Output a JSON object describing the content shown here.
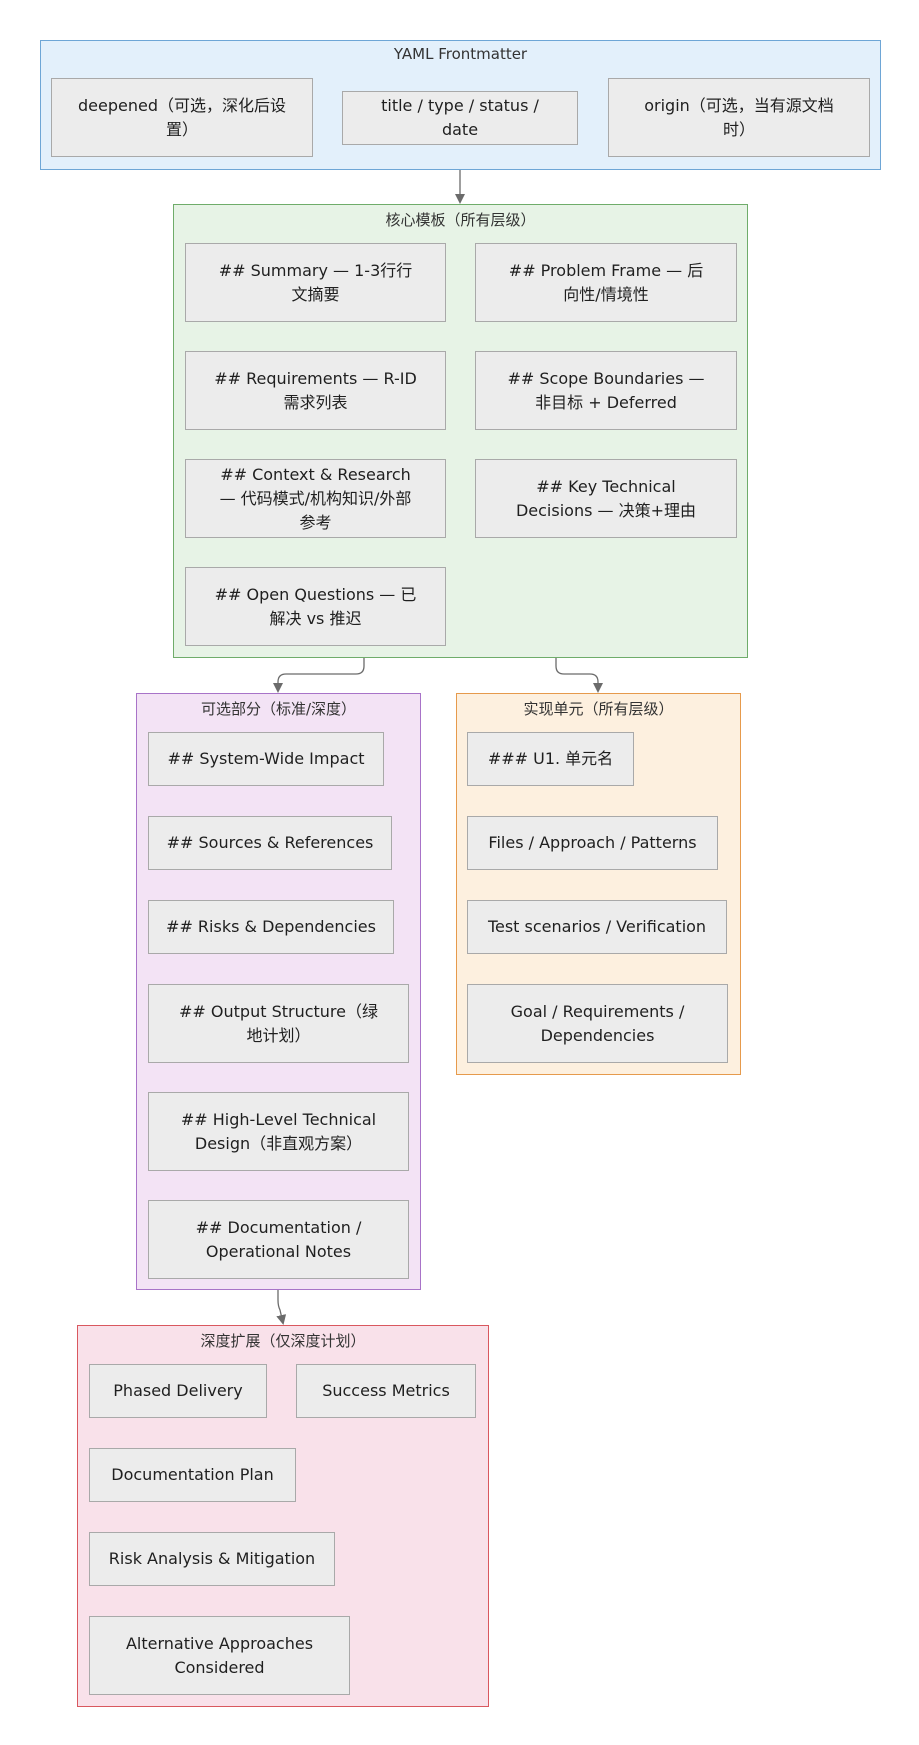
{
  "colors": {
    "yaml_fill": "#e3f0fb",
    "yaml_border": "#6ea6d6",
    "core_fill": "#e7f3e6",
    "core_border": "#6fac6a",
    "optional_fill": "#f3e3f5",
    "optional_border": "#a873c8",
    "impl_fill": "#fdf0df",
    "impl_border": "#e69a4c",
    "deep_fill": "#f9e1ea",
    "deep_border": "#d9585f",
    "node_fill": "#ececec",
    "node_border": "#a9a9a9",
    "edge": "#6b6b6b"
  },
  "groups": {
    "yaml": {
      "title": "YAML Frontmatter",
      "nodes": [
        "deepened（可选，深化后设置）",
        "title / type / status / date",
        "origin（可选，当有源文档时）"
      ]
    },
    "core": {
      "title": "核心模板（所有层级）",
      "nodes": [
        "## Summary — 1-3行行文摘要",
        "## Problem Frame — 后向性/情境性",
        "## Requirements — R-ID 需求列表",
        "## Scope Boundaries — 非目标 + Deferred",
        "## Context & Research — 代码模式/机构知识/外部参考",
        "## Key Technical Decisions — 决策+理由",
        "## Open Questions — 已解决 vs 推迟"
      ]
    },
    "optional": {
      "title": "可选部分（标准/深度）",
      "nodes": [
        "## System-Wide Impact",
        "## Sources & References",
        "## Risks & Dependencies",
        "## Output Structure（绿地计划）",
        "## High-Level Technical Design（非直观方案）",
        "## Documentation / Operational Notes"
      ]
    },
    "impl": {
      "title": "实现单元（所有层级）",
      "nodes": [
        "### U1. 单元名",
        "Files / Approach / Patterns",
        "Test scenarios / Verification",
        "Goal / Requirements / Dependencies"
      ]
    },
    "deep": {
      "title": "深度扩展（仅深度计划）",
      "nodes": [
        "Phased Delivery",
        "Success Metrics",
        "Documentation Plan",
        "Risk Analysis & Mitigation",
        "Alternative Approaches Considered"
      ]
    }
  }
}
